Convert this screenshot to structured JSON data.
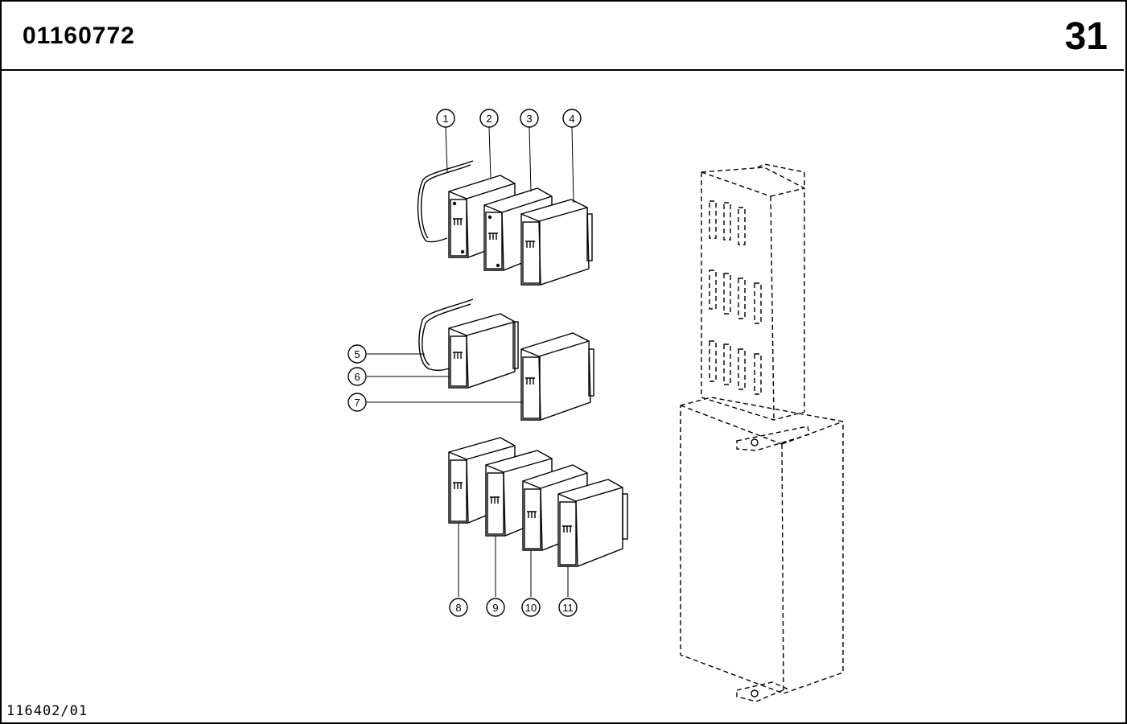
{
  "header": {
    "doc_number": "01160772",
    "page_number": "31"
  },
  "footer": {
    "drawing_code": "116402/01"
  },
  "callouts": [
    "1",
    "2",
    "3",
    "4",
    "5",
    "6",
    "7",
    "8",
    "9",
    "10",
    "11"
  ]
}
